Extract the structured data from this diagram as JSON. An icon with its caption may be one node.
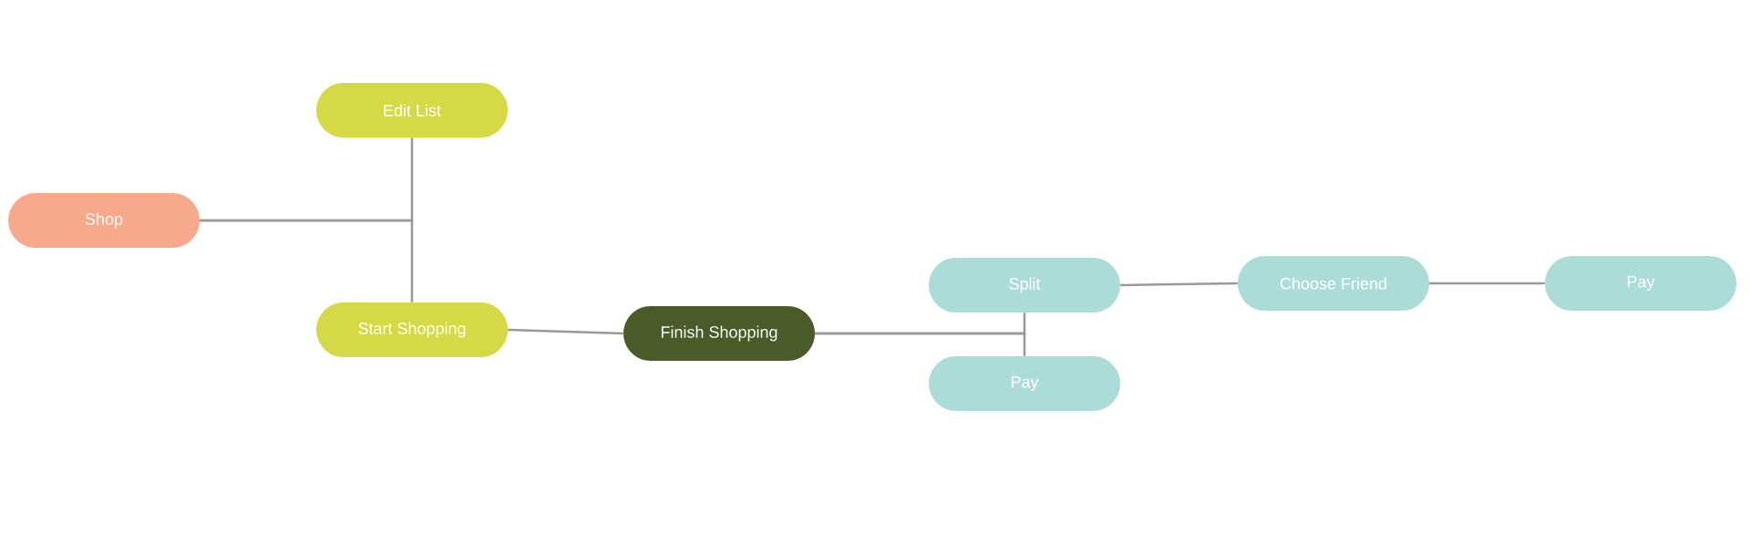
{
  "diagram": {
    "nodes": [
      {
        "text": [
          "Shop"
        ]
      },
      {
        "text": [
          "Edit List"
        ]
      },
      {
        "text": [
          "Start Shopping"
        ]
      },
      {
        "text": [
          "Finish Shopping"
        ]
      },
      {
        "text": [
          "Split"
        ]
      },
      {
        "text": [
          "Pay"
        ]
      },
      {
        "text": [
          "Choose Friend"
        ]
      },
      {
        "text": [
          "Pay"
        ]
      }
    ],
    "edges": [
      {
        "from": 0,
        "to": 1,
        "arrow": "none"
      },
      {
        "from": 0,
        "to": 2,
        "arrow": "none"
      },
      {
        "from": 2,
        "to": 3,
        "arrow": "none"
      },
      {
        "from": 3,
        "to": 4,
        "arrow": "none"
      },
      {
        "from": 3,
        "to": 5,
        "arrow": "none"
      },
      {
        "from": 4,
        "to": 6,
        "arrow": "none"
      },
      {
        "from": 6,
        "to": 7,
        "arrow": "none"
      }
    ]
  }
}
